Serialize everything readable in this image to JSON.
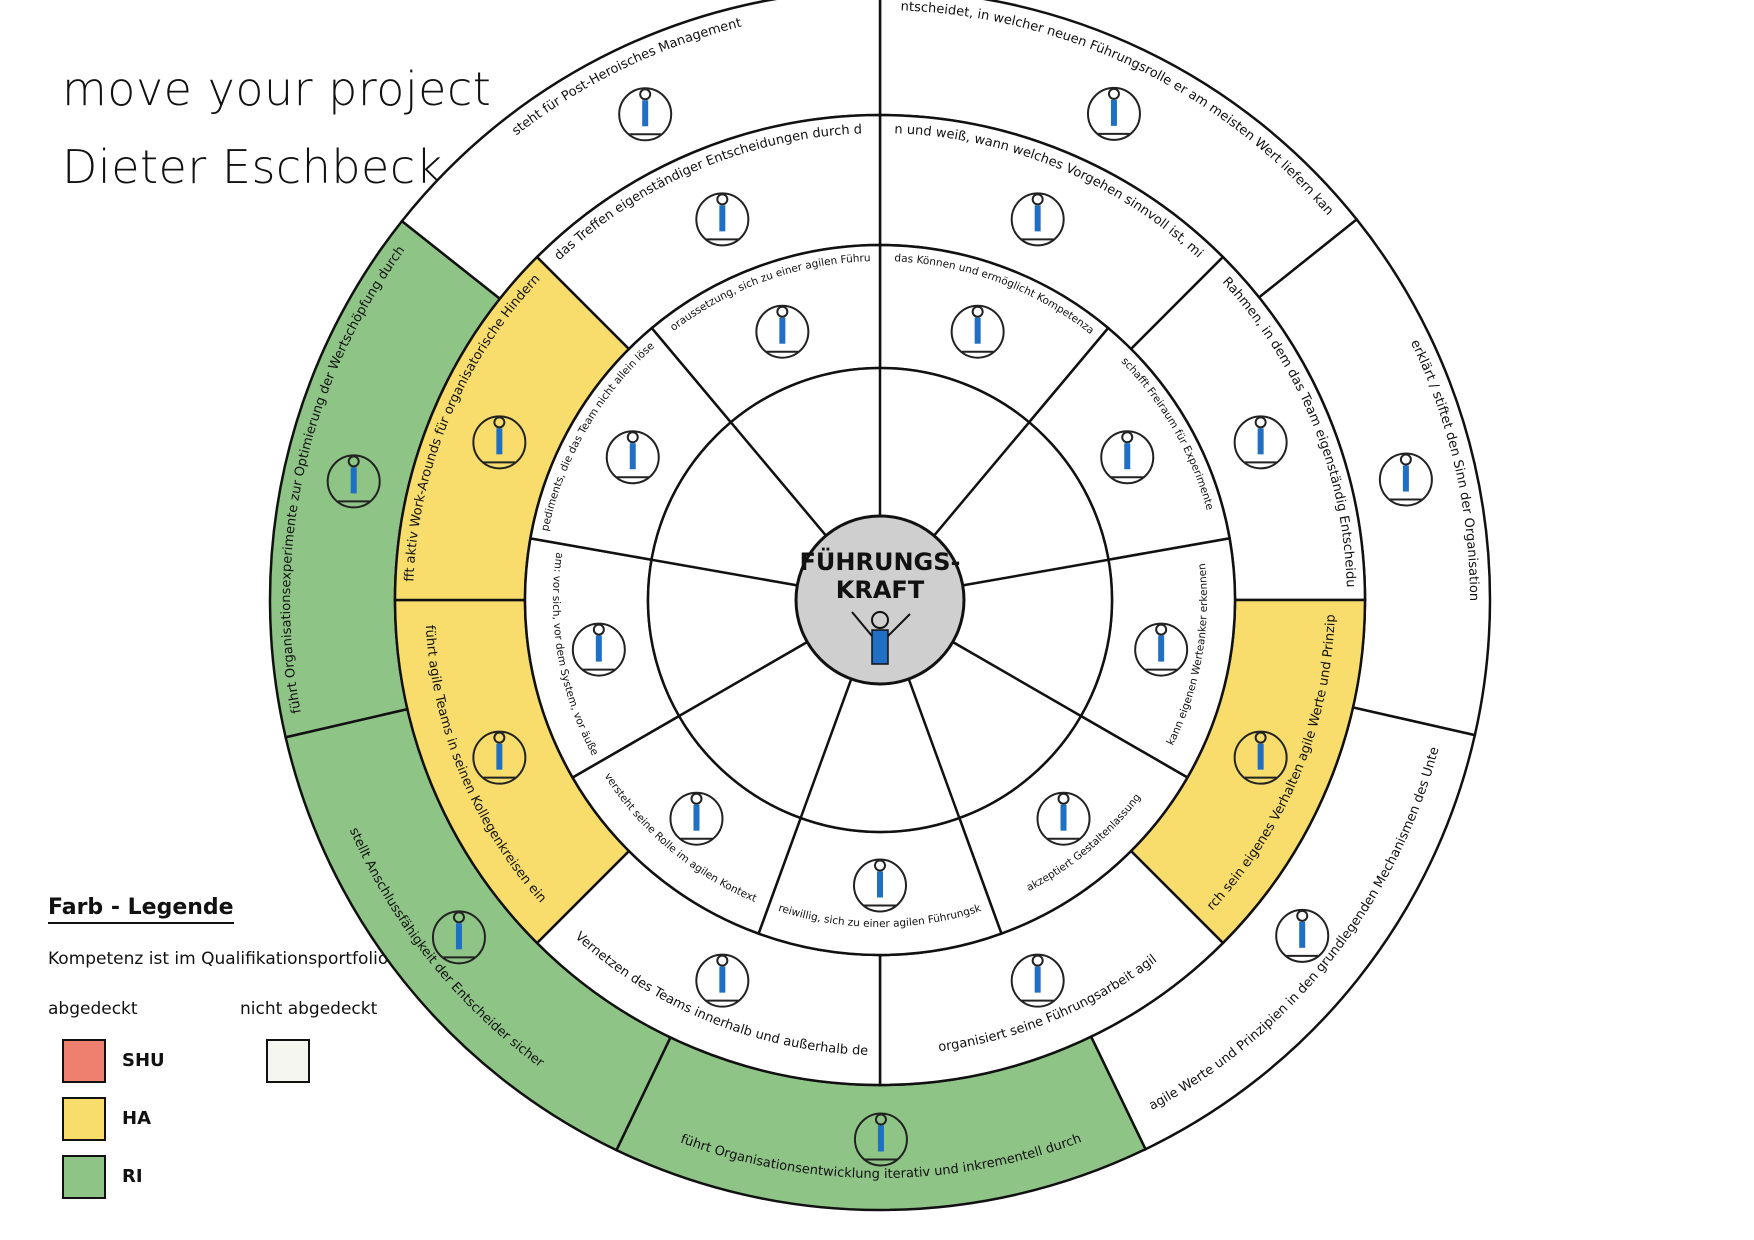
{
  "header": {
    "title": "move your project",
    "author": "Dieter Eschbeck"
  },
  "center": {
    "line1": "FÜHRUNGS-",
    "line2": "KRAFT"
  },
  "colors": {
    "SHU": "#ef8070",
    "HA": "#f8dd6d",
    "RI": "#8fc487",
    "nicht_abgedeckt": "#f6f6f1",
    "center_fill": "#cfcfcf",
    "accent_blue": "#1f6fc4"
  },
  "legend": {
    "title": "Farb - Legende",
    "subtitle": "Kompetenz ist im Qualifikationsportfolio",
    "covered_label": "abgedeckt",
    "not_covered_label": "nicht abgedeckt",
    "items": [
      {
        "code": "SHU",
        "color": "#ef8070"
      },
      {
        "code": "HA",
        "color": "#f8dd6d"
      },
      {
        "code": "RI",
        "color": "#8fc487"
      }
    ]
  },
  "rings": {
    "outer": [
      {
        "text": "entscheidet, in welcher neuen Führungsrolle er am meisten Wert liefern kann",
        "color": "none",
        "icon": "thought-bubbles-ladder-icon"
      },
      {
        "text": "erklärt / stiftet den Sinn der Organisation",
        "color": "none",
        "icon": "lightbulb-building-icon"
      },
      {
        "text": "Verankert agile Werte und Prinzipien in den grundlegenden Mechanismen des Unternehmens",
        "color": "none",
        "icon": "compass-building-icon"
      },
      {
        "text": "führt Organisationsentwicklung iterativ und inkrementell durch",
        "color": "RI",
        "icon": "spiral-building-icon"
      },
      {
        "text": "stellt Anschlussfähigkeit der Entscheider sicher",
        "color": "RI",
        "icon": "connected-groups-icon"
      },
      {
        "text": "führt Organisationsexperimente zur Optimierung der Wertschöpfung durch",
        "color": "RI",
        "icon": "experiment-building-icon"
      },
      {
        "text": "steht für Post-Heroisches Management",
        "color": "none",
        "icon": "team-group-icon"
      }
    ],
    "middle": [
      {
        "text": "kennt verschiedene Delegationslevel, wendet sie an und weiß, wann welches Vorgehen sinnvoll ist, mit der Prämisse, möglichst viele Freiräume zu geben",
        "color": "none",
        "icon": "discussion-bubble-icon"
      },
      {
        "text": "gibt einen Rahmen, in dem das Team eigenständig Entscheidungen trifft",
        "color": "none",
        "icon": "frame-arrow-icon"
      },
      {
        "text": "lebt durch sein eigenes Verhalten agile Werte und Prinzipien vor",
        "color": "HA",
        "icon": "compass-flag-icon"
      },
      {
        "text": "organisiert seine Führungsarbeit agil",
        "color": "none",
        "icon": "kanban-arrow-icon"
      },
      {
        "text": "unterstützt das Vernetzen des Teams innerhalb und außerhalb der Organisation",
        "color": "none",
        "icon": "network-icon"
      },
      {
        "text": "führt agile Teams in seinen Kollegenkreisen ein",
        "color": "HA",
        "icon": "team-board-icon"
      },
      {
        "text": "schafft aktiv Work-Arounds für organisatorische Hindernisse",
        "color": "HA",
        "icon": "detour-arrow-icon"
      },
      {
        "text": "fördert das Treffen eigenständiger Entscheidungen durch das Team",
        "color": "none",
        "icon": "decision-icon"
      }
    ],
    "inner": [
      {
        "text": "mehrt das Können und ermöglicht Kompetenzaufbau",
        "icon": "puzzle-icon"
      },
      {
        "text": "schafft Freiraum für Experimente",
        "icon": "experiment-box-icon"
      },
      {
        "text": "kann eigenen Werteanker erkennen",
        "icon": "anchor-icon"
      },
      {
        "text": "akzeptiert Gestaltenlassung",
        "icon": "flag-path-icon"
      },
      {
        "text": "entscheidet sich freiwillig, sich zu einer agilen Führungskraft zu entwickeln",
        "icon": "agile-sign-icon"
      },
      {
        "text": "versteht seine Rolle im agilen Kontext",
        "icon": "gears-spiral-icon"
      },
      {
        "text": "schützt das Team: vor sich, vor dem System, vor äußeren Einflüssen",
        "icon": "shield-circle-icon"
      },
      {
        "text": "löst Impediments, die das Team nicht allein lösen kann",
        "icon": "obstacle-icon"
      },
      {
        "text": "praktiziert Rolle Führung - die Voraussetzung, sich zu einer agilen Führungskraft entwickeln zu können",
        "icon": "push-arrow-icon"
      }
    ]
  }
}
